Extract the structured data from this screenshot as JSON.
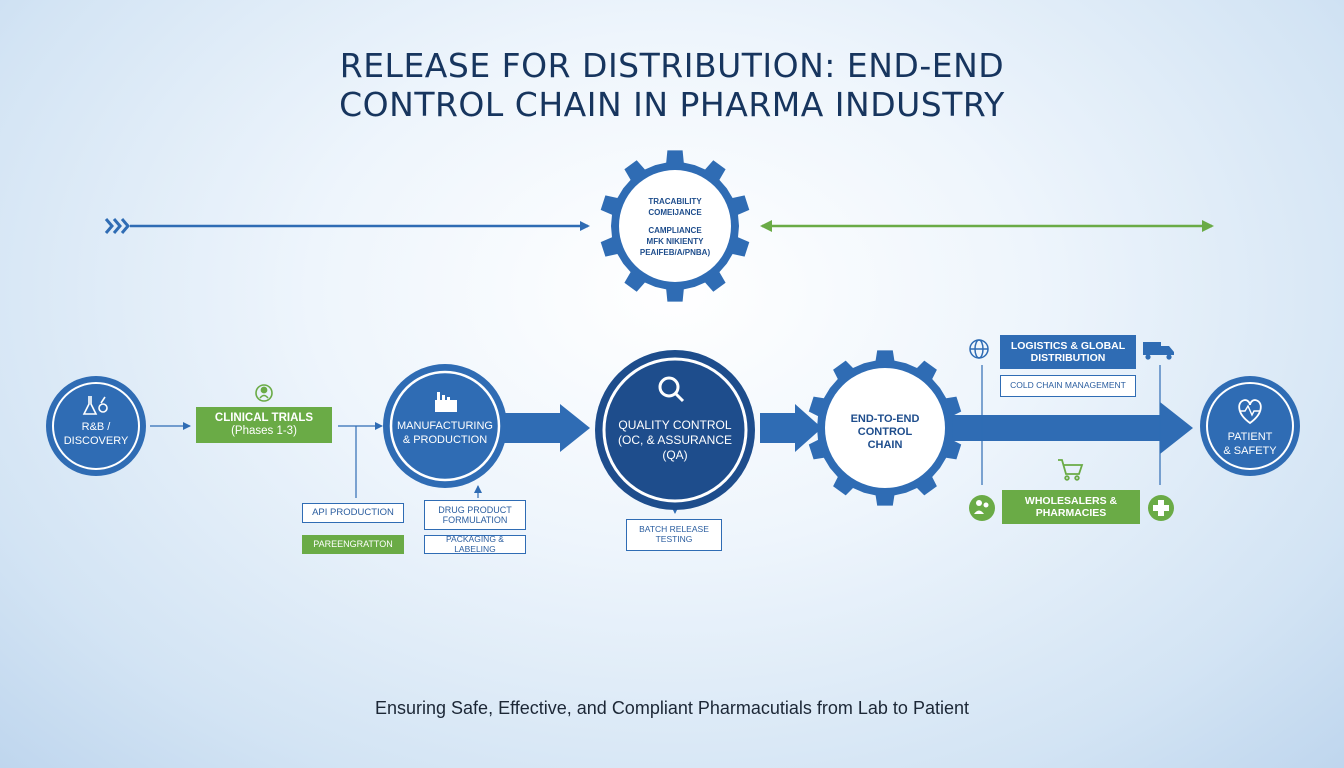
{
  "title": {
    "line1": "RELEASE FOR DISTRIBUTION: END-END",
    "line2": "CONTROL CHAIN IN PHARMA INDUSTRY"
  },
  "top_gear": {
    "line1": "TRACABILITY",
    "line2": "COMEIJANCE",
    "line3": "CAMPLIANCE",
    "line4": "MFK NIKIENTY",
    "line5": "PEAIFEB/A/PNBA)"
  },
  "stages": {
    "rd": {
      "line1": "R&B /",
      "line2": "DISCOVERY"
    },
    "clinical": {
      "line1": "CLINICAL TRIALS",
      "line2": "(Phases 1-3)"
    },
    "manufacturing": {
      "line1": "MANUFACTURING",
      "line2": "& PRODUCTION"
    },
    "quality": {
      "line1": "QUALITY CONTROL",
      "line2": "(OC, & ASSURANCE",
      "line3": "(QA)"
    },
    "chain": {
      "line1": "END-TO-END",
      "line2": "CONTROL",
      "line3": "CHAIN"
    },
    "patient": {
      "line1": "PATIENT",
      "line2": "& SAFETY"
    }
  },
  "sub_boxes": {
    "api": "API PRODUCTION",
    "excipient": "PAREENGRATTON",
    "drug_product_line1": "DRUG PRODUCT",
    "drug_product_line2": "FORMULATION",
    "packaging": "PACKAGING & LABELING",
    "batch_line1": "BATCH RELEASE",
    "batch_line2": "TESTING",
    "logistics_line1": "LOGISTICS & GLOBAL",
    "logistics_line2": "DISTRIBUTION",
    "cold_chain": "COLD CHAIN MANAGEMENT",
    "wholesalers_line1": "WHOLESALERS &",
    "wholesalers_line2": "PHARMACIES"
  },
  "subtitle": "Ensuring Safe, Effective, and Compliant Pharmacutials from Lab to Patient",
  "colors": {
    "navy": "#17355e",
    "blue": "#2f6cb4",
    "dark_blue": "#1e4d8c",
    "green": "#6aab46"
  },
  "icons": [
    "flask-icon",
    "person-icon",
    "factory-icon",
    "magnifier-icon",
    "globe-icon",
    "truck-icon",
    "heart-pulse-icon",
    "cart-icon",
    "people-icon",
    "medical-cross-icon"
  ]
}
